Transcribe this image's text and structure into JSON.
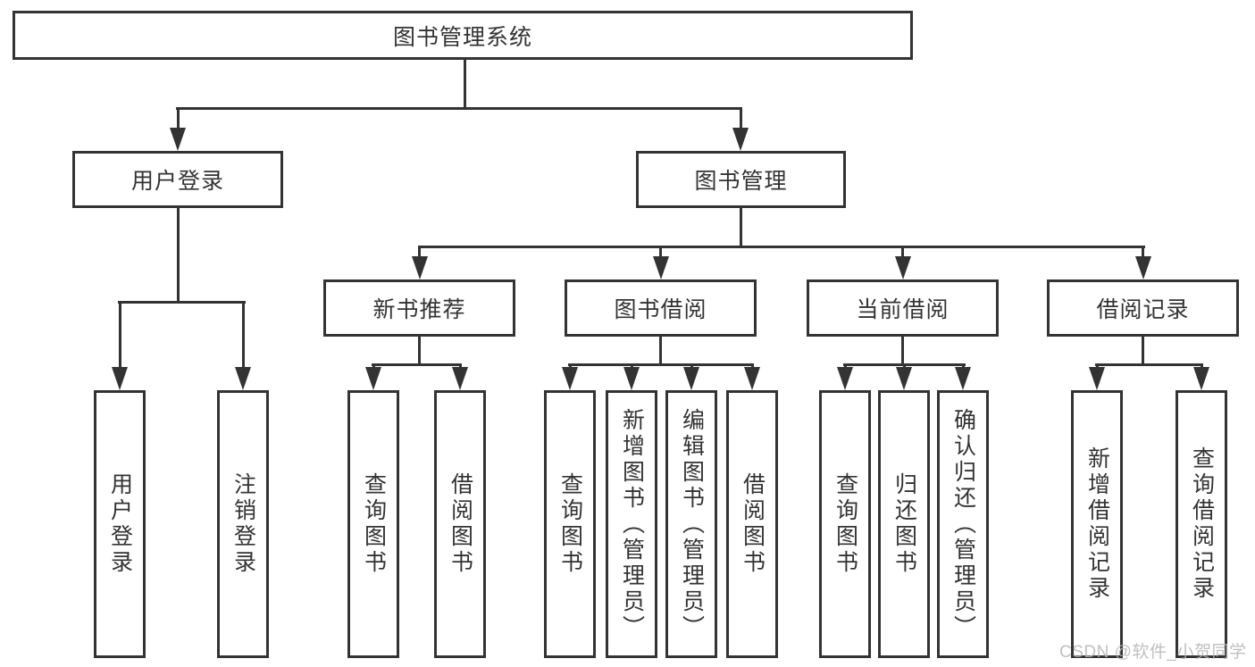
{
  "diagram": {
    "root": {
      "label": "图书管理系统"
    },
    "branches": [
      {
        "label": "用户登录",
        "children": [
          {
            "label": "用户登录"
          },
          {
            "label": "注销登录"
          }
        ]
      },
      {
        "label": "图书管理",
        "sections": [
          {
            "label": "新书推荐",
            "children": [
              {
                "label": "查询图书"
              },
              {
                "label": "借阅图书"
              }
            ]
          },
          {
            "label": "图书借阅",
            "children": [
              {
                "label": "查询图书"
              },
              {
                "label": "新增图书（管理员）"
              },
              {
                "label": "编辑图书（管理员）"
              },
              {
                "label": "借阅图书"
              }
            ]
          },
          {
            "label": "当前借阅",
            "children": [
              {
                "label": "查询图书"
              },
              {
                "label": "归还图书"
              },
              {
                "label": "确认归还（管理员）"
              }
            ]
          },
          {
            "label": "借阅记录",
            "children": [
              {
                "label": "新增借阅记录"
              },
              {
                "label": "查询借阅记录"
              }
            ]
          }
        ]
      }
    ],
    "icons": {
      "arrowhead": "triangle-down"
    },
    "colors": {
      "line": "#333333",
      "box_border": "#333333",
      "box_fill": "#ffffff",
      "text": "#333333",
      "watermark": "#b5b5b5"
    },
    "watermark": "CSDN @软件_小贺同学"
  }
}
